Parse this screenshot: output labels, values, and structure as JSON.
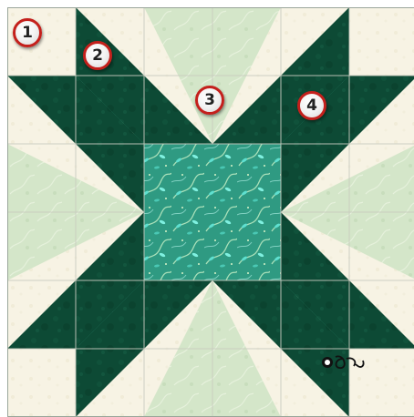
{
  "diagram": {
    "type": "quilt-block",
    "pattern": "star",
    "grid": "6x6",
    "colors": {
      "background_cream": "#f7f3e4",
      "light_green": "#d4e6c9",
      "dark_green": "#0d4a35",
      "teal_print": "#2f9a82",
      "seam": "#c9ccc0"
    },
    "markers": [
      {
        "label": "1"
      },
      {
        "label": "2"
      },
      {
        "label": "3"
      },
      {
        "label": "4"
      }
    ]
  }
}
